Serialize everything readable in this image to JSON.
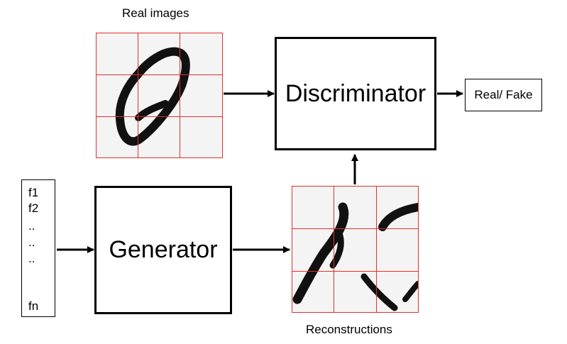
{
  "labels": {
    "real_images": "Real images",
    "reconstructions": "Reconstructions"
  },
  "blocks": {
    "discriminator": "Discriminator",
    "generator": "Generator",
    "output": "Real/ Fake"
  },
  "features": [
    "f1",
    "f2",
    "..",
    "..",
    "..",
    "fn"
  ],
  "colors": {
    "grid": "#e03030",
    "stroke": "#000000",
    "image_bg": "#f4f4f4"
  }
}
